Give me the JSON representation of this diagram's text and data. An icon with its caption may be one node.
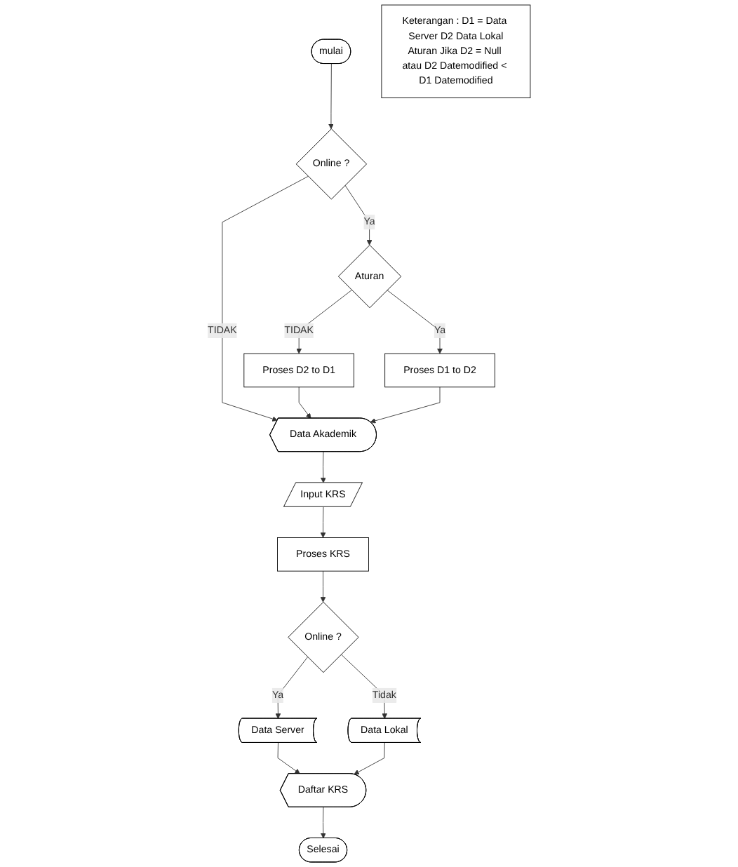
{
  "diagram": {
    "nodes": [
      {
        "text": [
          "mulai"
        ]
      },
      {
        "text": [
          "Online ?"
        ]
      },
      {
        "text": [
          "Aturan"
        ]
      },
      {
        "text": [
          "Data Akademik"
        ]
      },
      {
        "text": [
          "Proses D2 to D1"
        ]
      },
      {
        "text": [
          "Proses D1 to D2"
        ]
      },
      {
        "text": [
          "Input KRS"
        ]
      },
      {
        "text": [
          "Proses KRS"
        ]
      },
      {
        "text": [
          "Online ?"
        ]
      },
      {
        "text": [
          "Data Server"
        ]
      },
      {
        "text": [
          "Data Lokal"
        ]
      },
      {
        "text": [
          "Daftar KRS"
        ]
      },
      {
        "text": [
          "Selesai"
        ]
      },
      {
        "text": [
          "Keterangan : D1 = Data Server D2 Data Lokal",
          "Aturan Jika D2 = Null atau D2 Datemodified < D1 Datemodified"
        ]
      }
    ],
    "edges": [
      {
        "from": 0,
        "to": 1,
        "arrow": "to"
      },
      {
        "from": 1,
        "to": 2,
        "label": "Ya",
        "arrow": "to"
      },
      {
        "from": 1,
        "to": 3,
        "label": "TIDAK",
        "arrow": "to"
      },
      {
        "from": 2,
        "to": 4,
        "label": "TIDAK",
        "arrow": "to"
      },
      {
        "from": 2,
        "to": 5,
        "label": "Ya",
        "arrow": "to"
      },
      {
        "from": 4,
        "to": 3,
        "arrow": "to"
      },
      {
        "from": 5,
        "to": 3,
        "arrow": "to"
      },
      {
        "from": 3,
        "to": 6,
        "arrow": "to"
      },
      {
        "from": 6,
        "to": 7,
        "arrow": "to"
      },
      {
        "from": 7,
        "to": 8,
        "arrow": "to"
      },
      {
        "from": 8,
        "to": 9,
        "label": "Ya",
        "arrow": "to"
      },
      {
        "from": 8,
        "to": 10,
        "label": "Tidak",
        "arrow": "to"
      },
      {
        "from": 9,
        "to": 11,
        "arrow": "to"
      },
      {
        "from": 10,
        "to": 11,
        "arrow": "to"
      },
      {
        "from": 11,
        "to": 12,
        "arrow": "to"
      }
    ]
  }
}
